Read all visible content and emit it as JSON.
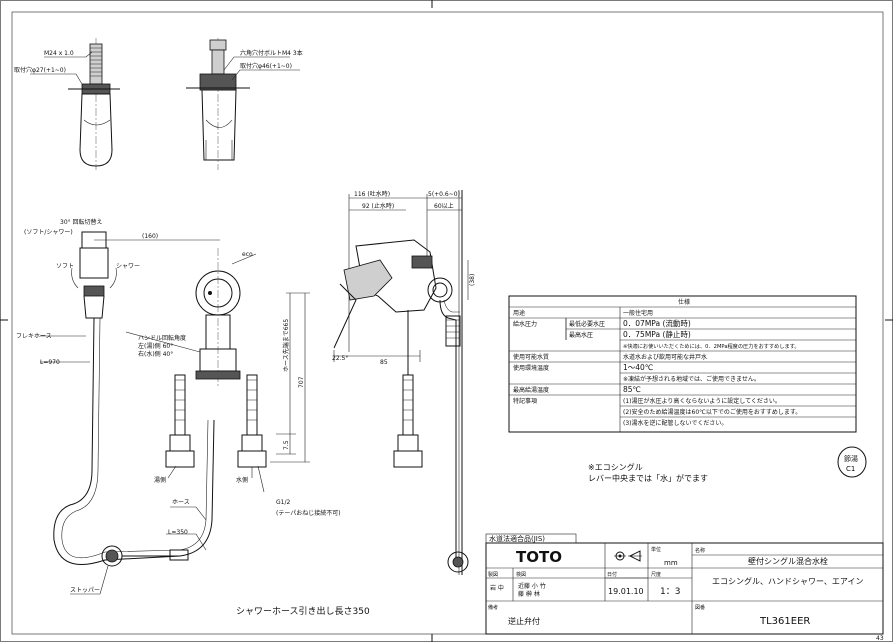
{
  "dimensions": {
    "m24": "M24 x 1.0",
    "mount_hole_left": "取付穴φ27(+1~0)",
    "hex_bolt": "六角穴付ボルトM4 3本",
    "mount_hole_right": "取付穴φ46(+1~0)",
    "rotate_switch_1": "30° 回転切替え",
    "rotate_switch_2": "(ソフト/シャワー)",
    "soft": "ソフト",
    "shower": "シャワー",
    "d160": "(160)",
    "eco": "eco",
    "flexi_hose": "フレキホース",
    "l970": "L=970",
    "handle_angle_1": "ハンドル回転角度",
    "handle_angle_2": "左(湯)側 60°",
    "handle_angle_3": "右(水)側 40°",
    "hose_length_dim": "ホース先端まで665",
    "d707": "707",
    "d75": "7.5",
    "hot_side": "湯側",
    "cold_side": "水側",
    "g12": "G1/2",
    "taper_note": "(テーパおねじ接続不可)",
    "hose": "ホース",
    "l350": "L=350",
    "stopper": "ストッパー",
    "shower_hose_note": "シャワーホース引き出し長さ350",
    "d116": "116 (吐水時)",
    "d92": "92 (止水時)",
    "d5": "5(+0.6~0)",
    "d60": "60以上",
    "d38": "(38)",
    "angle225": "22.5°",
    "d85": "85"
  },
  "spec_table": {
    "title": "仕様",
    "rows": [
      {
        "label": "用途",
        "sub": "",
        "value": "一般住宅用"
      },
      {
        "label": "給水圧力",
        "sub": "最低必要水圧",
        "value": "0．07MPa (流動時)"
      },
      {
        "label": "",
        "sub": "最高水圧",
        "value": "0．75MPa (静止時)"
      },
      {
        "label": "",
        "sub": "",
        "value": "※快適にお使いいただくためには、0．2MPa程度の圧力をおすすめします。"
      },
      {
        "label": "使用可能水質",
        "sub": "",
        "value": "水道水および飲用可能な井戸水"
      },
      {
        "label": "使用環境温度",
        "sub": "",
        "value": "1～40℃"
      },
      {
        "label": "",
        "sub": "",
        "value": "※凍結が予想される地域では、ご使用できません。"
      },
      {
        "label": "最高給湯温度",
        "sub": "",
        "value": "85℃"
      },
      {
        "label": "特記事項",
        "sub": "",
        "value": "(1)湯圧が水圧より高くならないように設定してください。"
      },
      {
        "label": "",
        "sub": "",
        "value": "(2)安全のため給湯温度は60℃以下でのご使用をおすすめします。"
      },
      {
        "label": "",
        "sub": "",
        "value": "(3)湯水を逆に配管しないでください。"
      }
    ]
  },
  "eco_note": {
    "line1": "※エコシングル",
    "line2": "レバー中央までは「水」がでます"
  },
  "stamp": {
    "line1": "節湯",
    "line2": "C1"
  },
  "title_block": {
    "jis": "水道法適合品(JIS)",
    "logo": "TOTO",
    "unit_label": "単位",
    "unit": "mm",
    "name_label": "名称",
    "name": "壁付シングル混合水栓",
    "drawn_label": "製図",
    "checked_label": "検図",
    "drawn_names": "岩 中",
    "checked_names": "近藤 小  竹",
    "checked_names2": "藤 榊  林",
    "date_label": "日付",
    "date": "19.01.10",
    "scale_label": "尺度",
    "scale": "1：3",
    "desc": "エコシングル、ハンドシャワー、エアイン",
    "remarks_label": "備考",
    "remarks": "逆止弁付",
    "drawing_no_label": "図番",
    "drawing_no": "TL361EER"
  },
  "corner_mark": "43"
}
